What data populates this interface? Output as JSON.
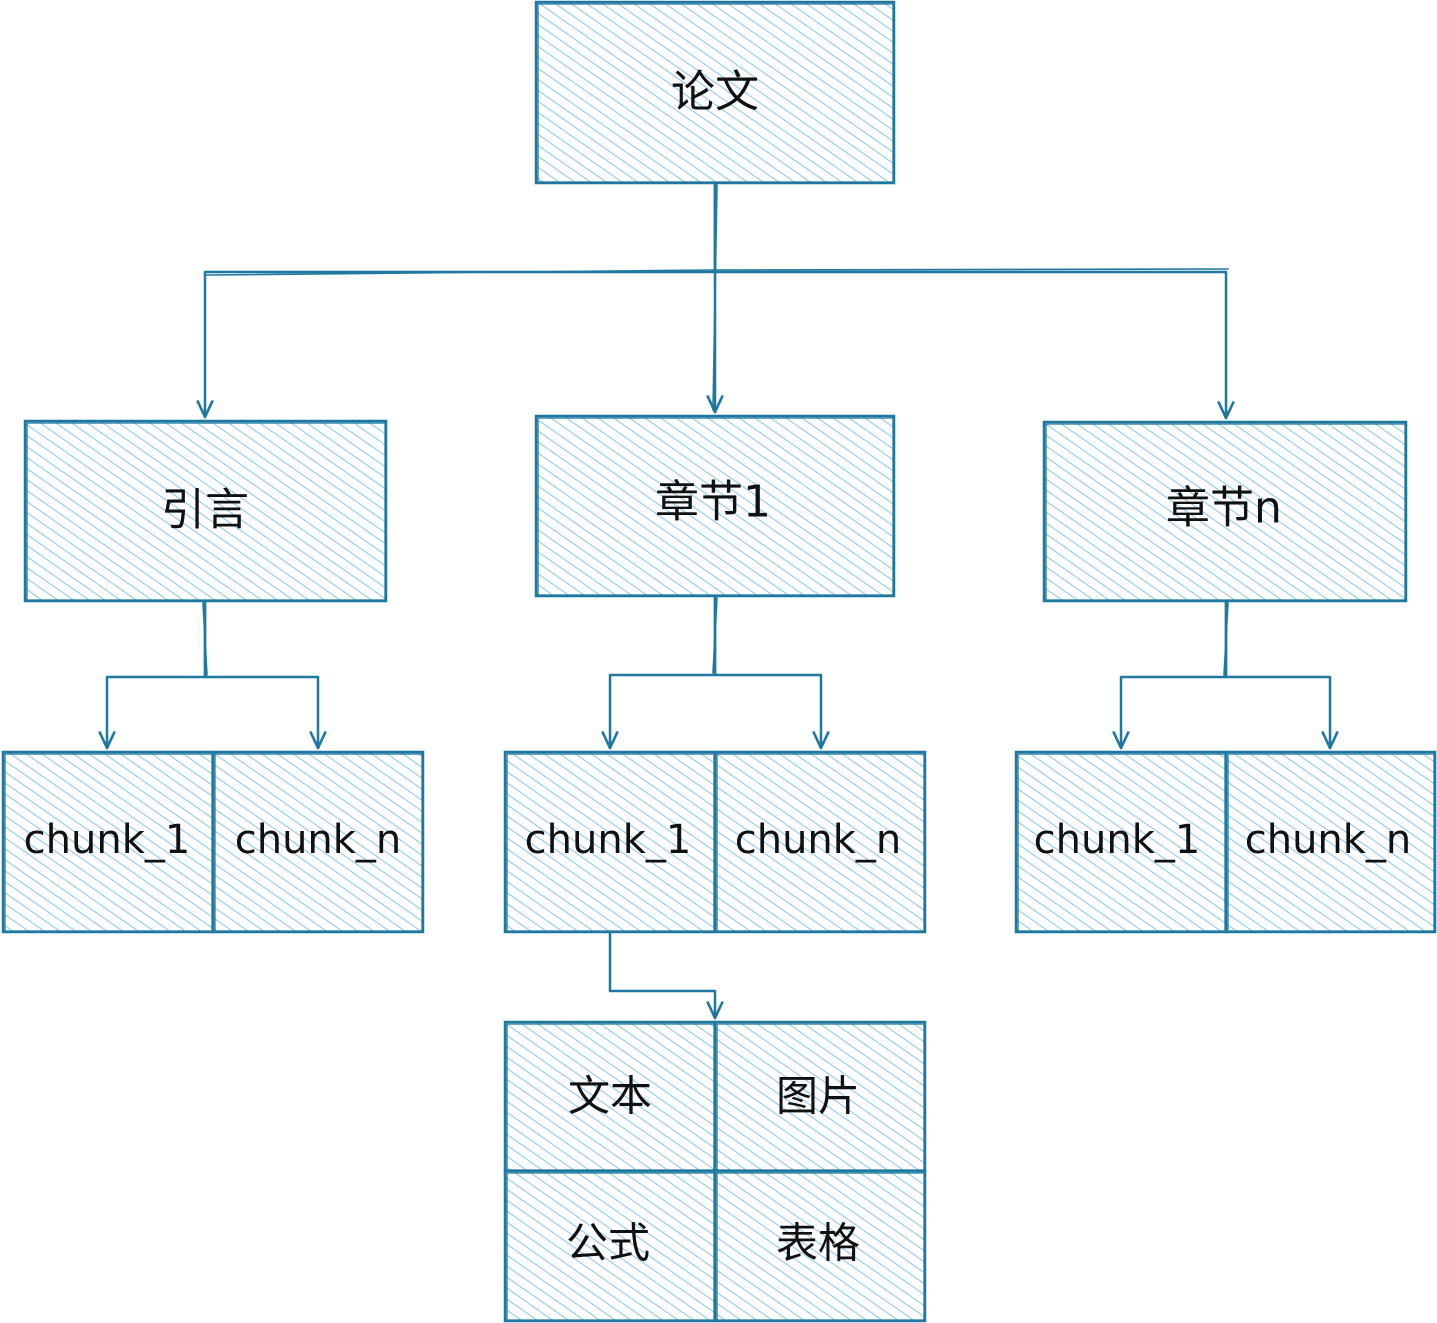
{
  "colors": {
    "stroke": "#1f78a0",
    "hatch": "#8fcbe6",
    "text": "#111111"
  },
  "nodes": {
    "paper": "论文",
    "intro": "引言",
    "section_1": "章节1",
    "section_n": "章节n",
    "intro_chunk_1": "chunk_1",
    "intro_chunk_n": "chunk_n",
    "sec1_chunk_1": "chunk_1",
    "sec1_chunk_n": "chunk_n",
    "secn_chunk_1": "chunk_1",
    "secn_chunk_n": "chunk_n",
    "content_text": "文本",
    "content_image": "图片",
    "content_formula": "公式",
    "content_table": "表格"
  },
  "edges": [
    [
      "paper",
      "intro"
    ],
    [
      "paper",
      "section_1"
    ],
    [
      "paper",
      "section_n"
    ],
    [
      "intro",
      "intro_chunk_1"
    ],
    [
      "intro",
      "intro_chunk_n"
    ],
    [
      "section_1",
      "sec1_chunk_1"
    ],
    [
      "section_1",
      "sec1_chunk_n"
    ],
    [
      "section_n",
      "secn_chunk_1"
    ],
    [
      "section_n",
      "secn_chunk_n"
    ],
    [
      "sec1_chunk_1",
      "content_group"
    ]
  ]
}
